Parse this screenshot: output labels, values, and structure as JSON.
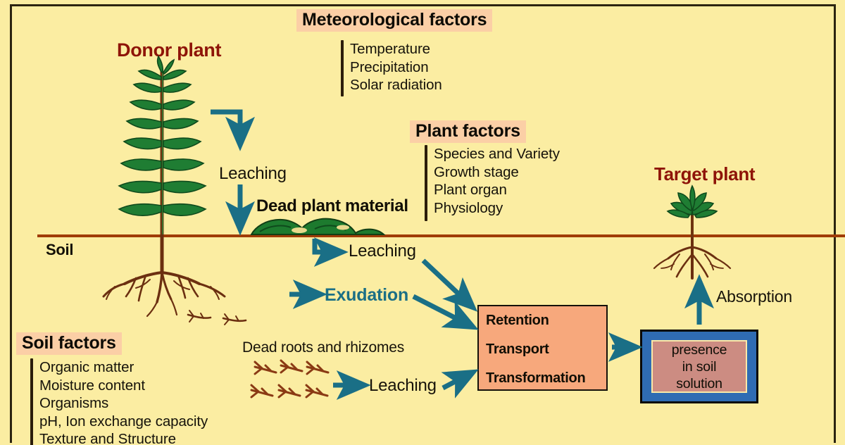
{
  "diagram": {
    "background_color": "#fbeda2",
    "soil_line_color": "#a03c06",
    "arrow_color": "#1a6f86",
    "heading_highlight_color": "#fbcfa6",
    "plant_label_color": "#8e1408",
    "soil_label": "Soil"
  },
  "labels": {
    "donor_plant": "Donor plant",
    "target_plant": "Target plant",
    "dead_plant_material": "Dead plant material",
    "dead_roots_and_rhizomes": "Dead roots and rhizomes",
    "leaching_shoot": "Leaching",
    "leaching_litter": "Leaching",
    "leaching_roots": "Leaching",
    "exudation": "Exudation",
    "absorption": "Absorption"
  },
  "factor_panels": [
    {
      "id": "meteorological",
      "title": "Meteorological factors",
      "items": [
        "Temperature",
        "Precipitation",
        "Solar radiation"
      ]
    },
    {
      "id": "plant",
      "title": "Plant factors",
      "items": [
        "Species and Variety",
        "Growth stage",
        "Plant organ",
        "Physiology"
      ]
    },
    {
      "id": "soil",
      "title": "Soil factors",
      "items": [
        "Organic matter",
        "Moisture content",
        "Organisms",
        "pH, Ion exchange capacity",
        "Texture  and Structure"
      ]
    }
  ],
  "process_box": {
    "items": [
      "Retention",
      "Transport",
      "Transformation"
    ],
    "fill_color": "#f7a87c"
  },
  "soil_solution_box": {
    "lines": [
      "presence",
      "in soil",
      "solution"
    ],
    "frame_color": "#2f6cb3",
    "fill_color": "#cc8c82"
  }
}
